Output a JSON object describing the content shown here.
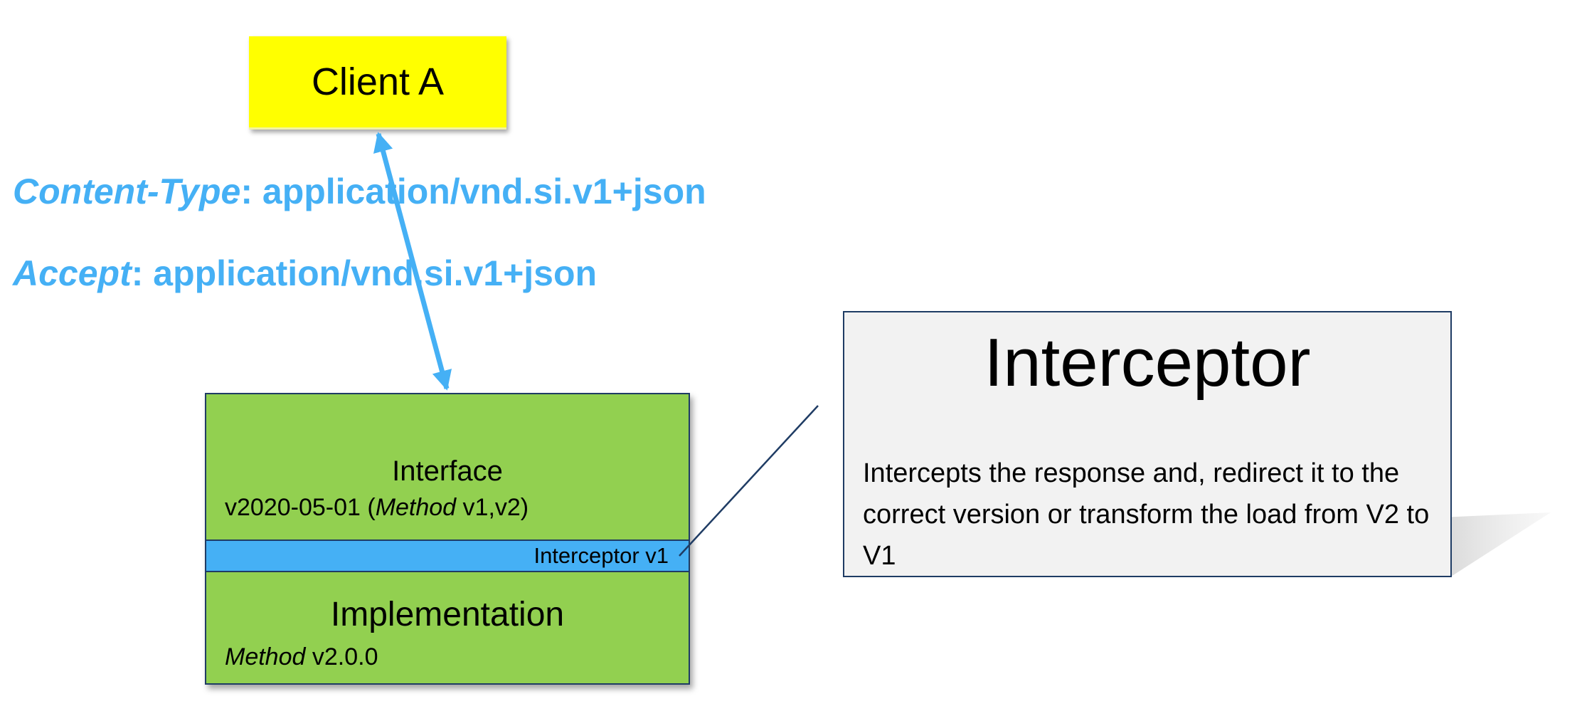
{
  "client": {
    "label": "Client A"
  },
  "headers": {
    "content_type": {
      "key": "Content-Type",
      "value": ": application/vnd.si.v1+json"
    },
    "accept": {
      "key": "Accept",
      "value": ": application/vnd.si.v1+json"
    }
  },
  "component": {
    "interface_title": "Interface",
    "interface_version_prefix": "v2020-05-01 (",
    "interface_version_method": "Method",
    "interface_version_suffix": " v1,v2)",
    "interceptor_band": "Interceptor v1",
    "implementation_title": "Implementation",
    "implementation_method": "Method",
    "implementation_version": " v2.0.0"
  },
  "callout": {
    "title": "Interceptor",
    "body": "Intercepts the response and, redirect it to the correct version or transform the load from V2 to V1"
  },
  "colors": {
    "client_fill": "#ffff00",
    "component_fill": "#92d050",
    "interceptor_fill": "#45b0f5",
    "header_text": "#45b0f5",
    "border": "#1f3c64",
    "callout_fill": "#f2f2f2"
  }
}
